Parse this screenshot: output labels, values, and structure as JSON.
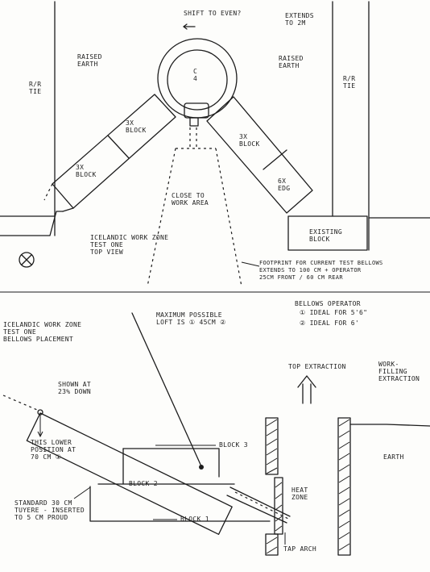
{
  "top_view": {
    "shift_note": "SHIFT TO EVEN?",
    "extends_note": "EXTENDS\nTO 2M",
    "raised_earth_left": "RAISED\nEARTH",
    "raised_earth_right": "RAISED\nEARTH",
    "tie_left": "R/R\nTIE",
    "tie_right": "R/R\nTIE",
    "center_mark": "C\n4",
    "block_upper_left": "3X\nBLOCK",
    "block_lower_left": "3X\nBLOCK",
    "block_right": "3X\nBLOCK",
    "block_small_right": "6X\nEDG",
    "close_to_work": "CLOSE TO\nWORK AREA",
    "existing_block": "EXISTING\nBLOCK",
    "work_zone_title": "ICELANDIC WORK ZONE\nTEST ONE\nTOP VIEW",
    "footprint_note": "FOOTPRINT FOR CURRENT TEST BELLOWS\nEXTENDS TO 100 CM + OPERATOR\n25CM FRONT / 60 CM REAR"
  },
  "side_view": {
    "title": "ICELANDIC WORK ZONE\nTEST ONE\nBELLOWS PLACEMENT",
    "max_possible": "MAXIMUM POSSIBLE\nLOFT IS ① 45CM ②",
    "operator_title": "BELLOWS OPERATOR",
    "operator_1": "① IDEAL FOR 5'6\"",
    "operator_2": "② IDEAL FOR 6'",
    "top_extraction": "TOP EXTRACTION",
    "work_extraction": "WORK-\nFILLING\nEXTRACTION",
    "shown_at": "SHOWN AT\n23% DOWN",
    "lower_position": "THIS LOWER\nPOSITION AT\n70 CM ①",
    "block_3": "BLOCK 3",
    "block_2": "BLOCK 2",
    "block_1": "BLOCK 1",
    "heat_zone": "HEAT\nZONE",
    "earth": "EARTH",
    "tuyere_note": "STANDARD 30 CM\nTUYERE - INSERTED\nTO 5 CM PROUD",
    "tap_arch": "TAP ARCH"
  }
}
